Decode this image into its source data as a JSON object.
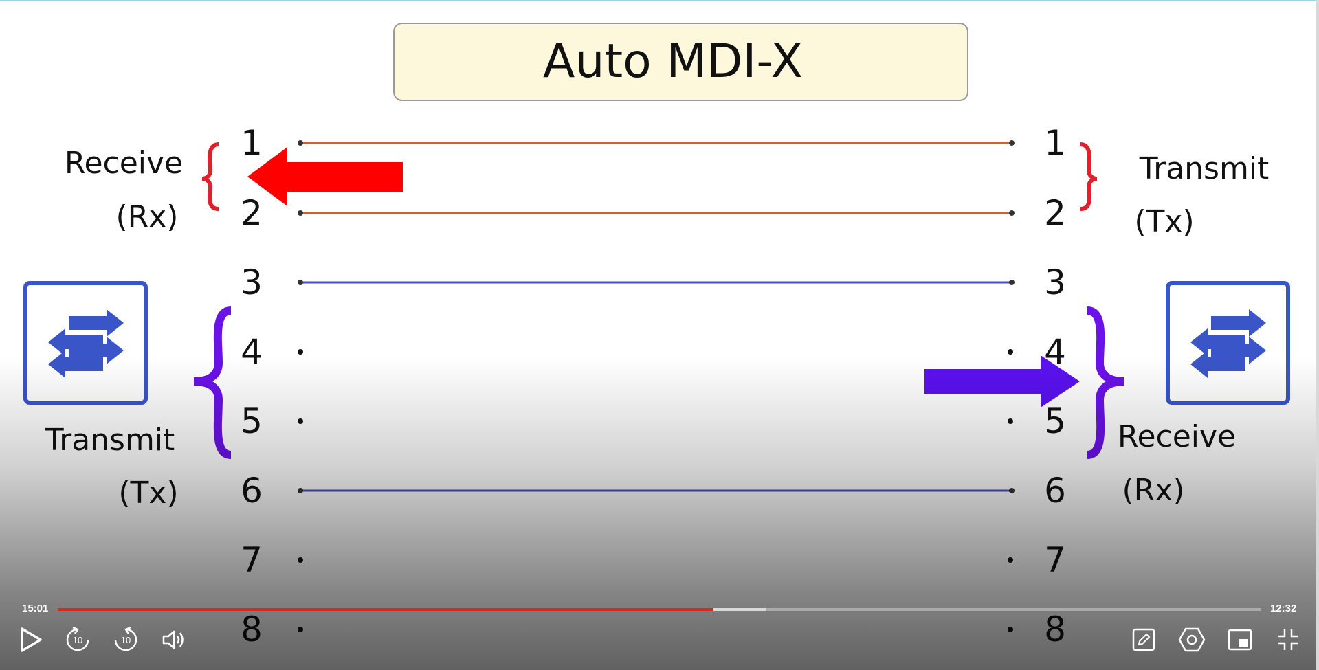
{
  "slide": {
    "title": "Auto MDI-X",
    "pins_left": [
      "1",
      "2",
      "3",
      "4",
      "5",
      "6",
      "7",
      "8"
    ],
    "pins_right": [
      "1",
      "2",
      "3",
      "4",
      "5",
      "6",
      "7",
      "8"
    ],
    "left_top_label": "Receive",
    "left_top_sub": "(Rx)",
    "left_bottom_label": "Transmit",
    "left_bottom_sub": "(Tx)",
    "right_top_label": "Transmit",
    "right_top_sub": "(Tx)",
    "right_bottom_label": "Receive",
    "right_bottom_sub": "(Rx)",
    "colors": {
      "title_bg": "#fdf8dc",
      "orange_wire": "#e8561e",
      "blue_wire": "#4a4fc0",
      "red_arrow": "#ff0000",
      "purple_arrow": "#5a12f0",
      "red_brace": "#e0202a",
      "purple_brace": "#6a12e8",
      "switch_blue": "#3a55c8"
    },
    "icons": [
      "switch-icon-left",
      "switch-icon-right"
    ]
  },
  "player": {
    "elapsed": "15:01",
    "duration": "12:32",
    "progress_fraction": 0.545,
    "buffered_fraction": 0.588,
    "skip_back_label": "10",
    "skip_forward_label": "10",
    "icons": [
      "play-icon",
      "rewind-10-icon",
      "forward-10-icon",
      "volume-icon",
      "pencil-icon",
      "settings-icon",
      "miniplayer-icon",
      "exit-fullscreen-icon"
    ]
  }
}
